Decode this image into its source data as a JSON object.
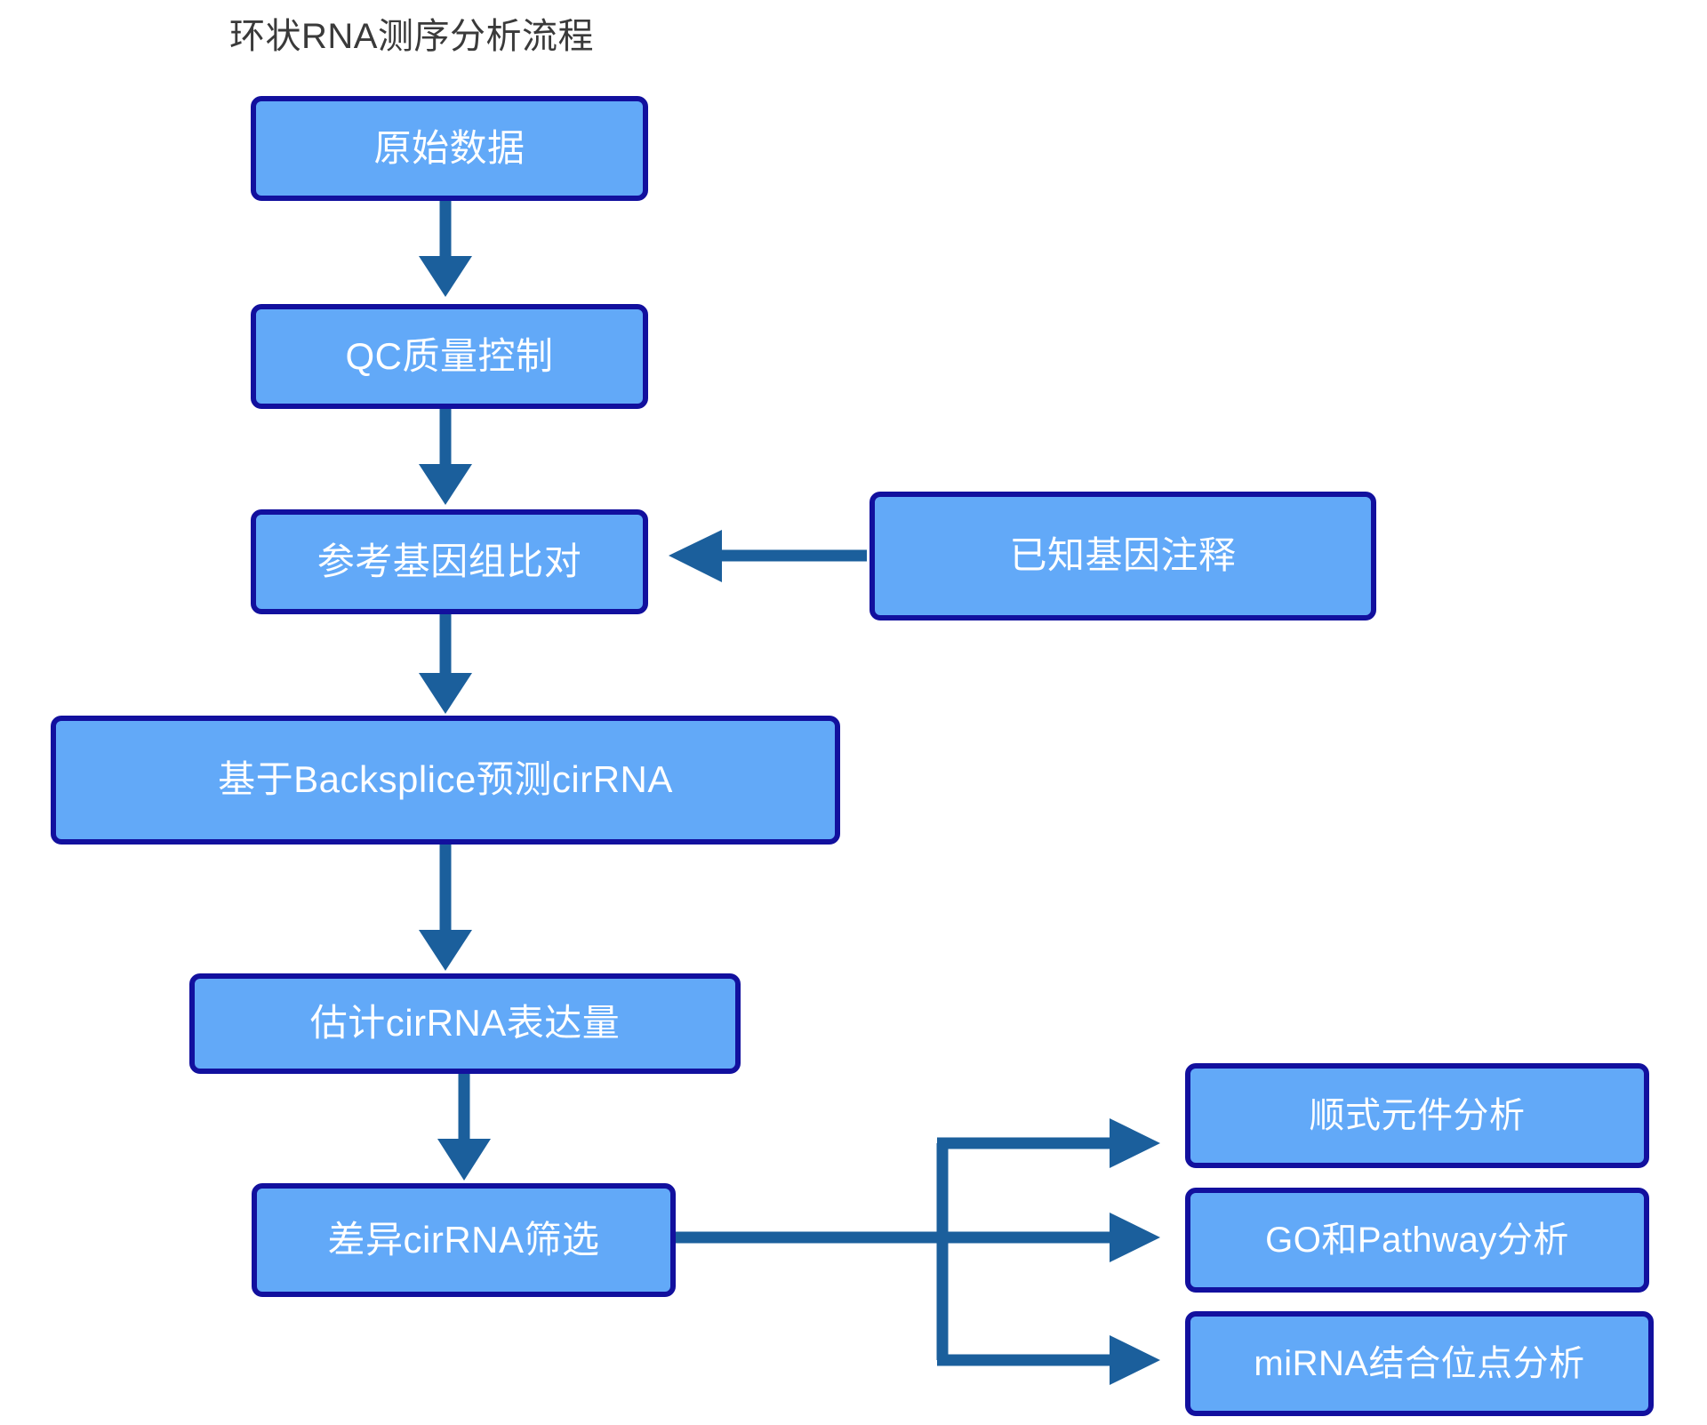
{
  "title": "环状RNA测序分析流程",
  "colors": {
    "node_fill": "#62a9f8",
    "node_border": "#12109e",
    "node_text": "#ffffff",
    "arrow": "#1b5f9c",
    "title_text": "#3a3a3a",
    "background": "#ffffff"
  },
  "nodes": [
    {
      "id": "raw-data",
      "label": "原始数据"
    },
    {
      "id": "qc",
      "label": "QC质量控制"
    },
    {
      "id": "genome-align",
      "label": "参考基因组比对"
    },
    {
      "id": "known-gene-anno",
      "label": "已知基因注释"
    },
    {
      "id": "backsplice",
      "label": "基于Backsplice预测cirRNA"
    },
    {
      "id": "expression",
      "label": "估计cirRNA表达量"
    },
    {
      "id": "diff-screen",
      "label": "差异cirRNA筛选"
    },
    {
      "id": "cis-element",
      "label": "顺式元件分析"
    },
    {
      "id": "go-pathway",
      "label": "GO和Pathway分析"
    },
    {
      "id": "mirna-binding",
      "label": "miRNA结合位点分析"
    }
  ],
  "edges": [
    {
      "from": "raw-data",
      "to": "qc",
      "direction": "down"
    },
    {
      "from": "qc",
      "to": "genome-align",
      "direction": "down"
    },
    {
      "from": "known-gene-anno",
      "to": "genome-align",
      "direction": "left"
    },
    {
      "from": "genome-align",
      "to": "backsplice",
      "direction": "down"
    },
    {
      "from": "backsplice",
      "to": "expression",
      "direction": "down"
    },
    {
      "from": "expression",
      "to": "diff-screen",
      "direction": "down"
    },
    {
      "from": "diff-screen",
      "to": "cis-element",
      "direction": "right-branch"
    },
    {
      "from": "diff-screen",
      "to": "go-pathway",
      "direction": "right-branch"
    },
    {
      "from": "diff-screen",
      "to": "mirna-binding",
      "direction": "right-branch"
    }
  ]
}
